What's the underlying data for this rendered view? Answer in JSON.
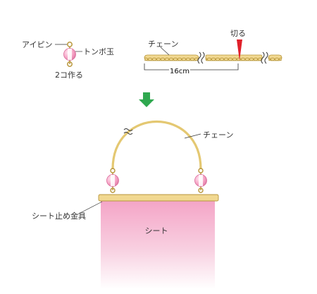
{
  "labels": {
    "eye_pin": "アイピン",
    "dragonfly_bead": "トンボ玉",
    "make_two": "2コ作る",
    "chain_top": "チェーン",
    "cut": "切る",
    "length": "16cm",
    "chain_bottom": "チェーン",
    "sheet_fitting": "シート止め金具",
    "sheet": "シート"
  },
  "colors": {
    "gold": "#e4c872",
    "gold_dark": "#b8963a",
    "bead_pink": "#f7a8c8",
    "bead_pink_dark": "#e07aa6",
    "arrow_green": "#2fa84f",
    "cut_red": "#e0202a",
    "sheet_top": "#f4a3c6",
    "fitting": "#f1d891",
    "line": "#333333"
  }
}
